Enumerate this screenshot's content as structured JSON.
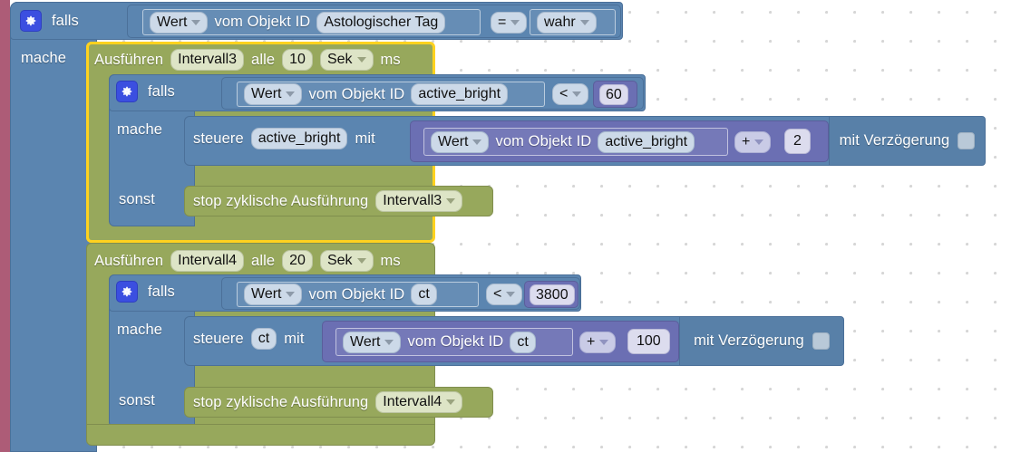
{
  "app": {
    "name": "blockly-script-editor",
    "background": "#ffffff",
    "grid_dot_color": "#d6d6d6"
  },
  "colors": {
    "control_blue": "#5b85b0",
    "timer_green": "#97a85c",
    "math_purple": "#6b6fb3",
    "selection_highlight": "#ffd21f",
    "flyout_edge": "#ad5c77",
    "gear_icon": "#3b4fe0"
  },
  "blocks": {
    "outer_if": {
      "keyword_if": "falls",
      "keyword_do": "mache",
      "gear_icon": "gear-icon",
      "condition": {
        "value_selector": "Wert",
        "text_of_object": "vom Objekt ID",
        "object_id": "Astologischer Tag",
        "operator": "=",
        "compare_value": "wahr"
      }
    },
    "interval_3": {
      "selected": true,
      "keyword_run": "Ausführen",
      "name": "Intervall3",
      "keyword_every": "alle",
      "amount": "10",
      "unit": "Sek",
      "unit_suffix": "ms",
      "inner_if": {
        "keyword_if": "falls",
        "keyword_do": "mache",
        "keyword_else": "sonst",
        "gear_icon": "gear-icon",
        "condition": {
          "value_selector": "Wert",
          "text_of_object": "vom Objekt ID",
          "object_id": "active_bright",
          "operator": "<",
          "compare_value": "60"
        },
        "do_statement": {
          "keyword_control": "steuere",
          "target_id": "active_bright",
          "keyword_with": "mit",
          "expression": {
            "value_selector": "Wert",
            "text_of_object": "vom Objekt ID",
            "object_id": "active_bright",
            "operator": "+",
            "operand": "2"
          },
          "delay_label": "mit Verzögerung",
          "delay_checked": false
        },
        "else_statement": {
          "label": "stop zyklische Ausführung",
          "interval_name": "Intervall3"
        }
      }
    },
    "interval_4": {
      "selected": false,
      "keyword_run": "Ausführen",
      "name": "Intervall4",
      "keyword_every": "alle",
      "amount": "20",
      "unit": "Sek",
      "unit_suffix": "ms",
      "inner_if": {
        "keyword_if": "falls",
        "keyword_do": "mache",
        "keyword_else": "sonst",
        "gear_icon": "gear-icon",
        "condition": {
          "value_selector": "Wert",
          "text_of_object": "vom Objekt ID",
          "object_id": "ct",
          "operator": "<",
          "compare_value": "3800"
        },
        "do_statement": {
          "keyword_control": "steuere",
          "target_id": "ct",
          "keyword_with": "mit",
          "expression": {
            "value_selector": "Wert",
            "text_of_object": "vom Objekt ID",
            "object_id": "ct",
            "operator": "+",
            "operand": "100"
          },
          "delay_label": "mit Verzögerung",
          "delay_checked": false
        },
        "else_statement": {
          "label": "stop zyklische Ausführung",
          "interval_name": "Intervall4"
        }
      }
    }
  }
}
